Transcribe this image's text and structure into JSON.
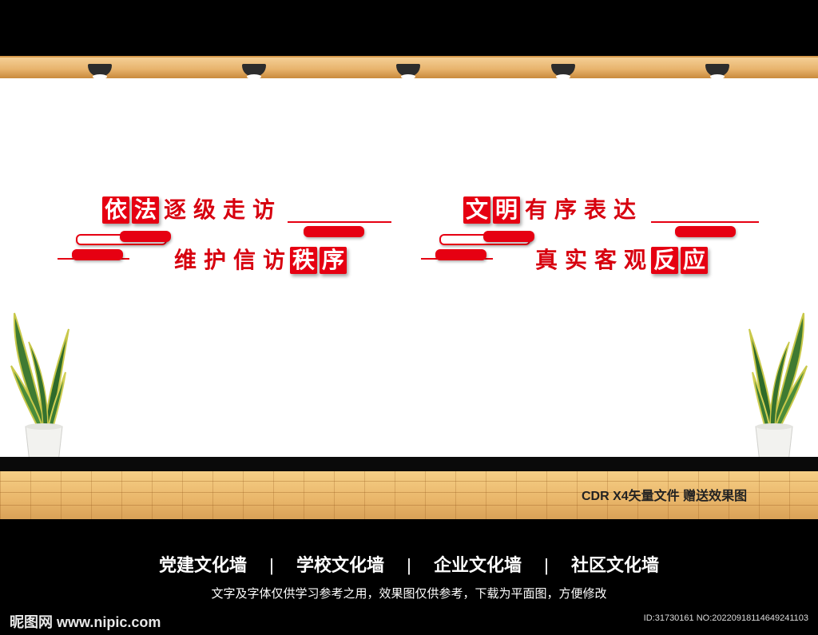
{
  "slogans": {
    "left_line1": [
      "依",
      "法",
      "逐",
      "级",
      "走",
      "访"
    ],
    "left_line2": [
      "维",
      "护",
      "信",
      "访",
      "秩",
      "序"
    ],
    "right_line1": [
      "文",
      "明",
      "有",
      "序",
      "表",
      "达"
    ],
    "right_line2": [
      "真",
      "实",
      "客",
      "观",
      "反",
      "应"
    ]
  },
  "colors": {
    "accent_red": "#e60012",
    "ceiling_wood": "#e8b46e",
    "floor_wood": "#e9b66a"
  },
  "footer": {
    "cdr_note": "CDR X4矢量文件  赠送效果图",
    "categories": [
      "党建文化墙",
      "学校文化墙",
      "企业文化墙",
      "社区文化墙"
    ],
    "separator": "|",
    "disclaimer": "文字及字体仅供学习参考之用，效果图仅供参考，下载为平面图，方便修改",
    "watermark": "昵图网 www.nipic.com",
    "image_id": "ID:31730161 NO:20220918114649241103"
  },
  "icons": {
    "ceiling_lamp": "spotlight-icon",
    "plant": "snake-plant-icon"
  }
}
